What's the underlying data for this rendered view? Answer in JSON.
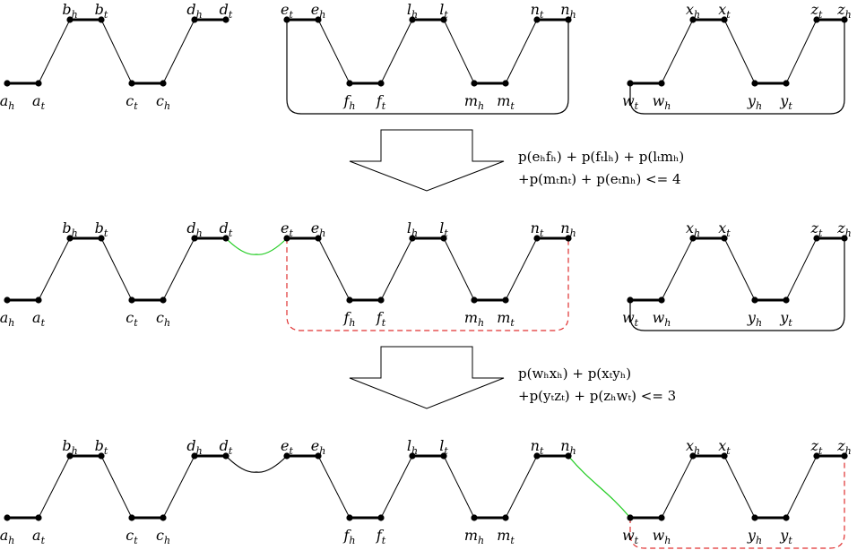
{
  "stages": [
    {
      "id": "stage1",
      "nodes": [
        {
          "id": "ah",
          "base": "a",
          "sub": "h",
          "pos": "bottom"
        },
        {
          "id": "at",
          "base": "a",
          "sub": "t",
          "pos": "bottom"
        },
        {
          "id": "bh",
          "base": "b",
          "sub": "h",
          "pos": "top"
        },
        {
          "id": "bt",
          "base": "b",
          "sub": "t",
          "pos": "top"
        },
        {
          "id": "ct",
          "base": "c",
          "sub": "t",
          "pos": "bottom"
        },
        {
          "id": "ch",
          "base": "c",
          "sub": "h",
          "pos": "bottom"
        },
        {
          "id": "dh",
          "base": "d",
          "sub": "h",
          "pos": "top"
        },
        {
          "id": "dt",
          "base": "d",
          "sub": "t",
          "pos": "top"
        },
        {
          "id": "et",
          "base": "e",
          "sub": "t",
          "pos": "top"
        },
        {
          "id": "eh",
          "base": "e",
          "sub": "h",
          "pos": "top"
        },
        {
          "id": "fh",
          "base": "f",
          "sub": "h",
          "pos": "bottom"
        },
        {
          "id": "ft",
          "base": "f",
          "sub": "t",
          "pos": "bottom"
        },
        {
          "id": "lh",
          "base": "l",
          "sub": "h",
          "pos": "top"
        },
        {
          "id": "lt",
          "base": "l",
          "sub": "t",
          "pos": "top"
        },
        {
          "id": "mh",
          "base": "m",
          "sub": "h",
          "pos": "bottom"
        },
        {
          "id": "mt",
          "base": "m",
          "sub": "t",
          "pos": "bottom"
        },
        {
          "id": "nt",
          "base": "n",
          "sub": "t",
          "pos": "top"
        },
        {
          "id": "nh",
          "base": "n",
          "sub": "h",
          "pos": "top"
        },
        {
          "id": "wt",
          "base": "w",
          "sub": "t",
          "pos": "bottom"
        },
        {
          "id": "wh",
          "base": "w",
          "sub": "h",
          "pos": "bottom"
        },
        {
          "id": "xh",
          "base": "x",
          "sub": "h",
          "pos": "top"
        },
        {
          "id": "xt",
          "base": "x",
          "sub": "t",
          "pos": "top"
        },
        {
          "id": "yh",
          "base": "y",
          "sub": "h",
          "pos": "bottom"
        },
        {
          "id": "yt",
          "base": "y",
          "sub": "t",
          "pos": "bottom"
        },
        {
          "id": "zt",
          "base": "z",
          "sub": "t",
          "pos": "top"
        },
        {
          "id": "zh",
          "base": "z",
          "sub": "h",
          "pos": "top"
        }
      ],
      "thick_edges": [
        [
          "ah",
          "at"
        ],
        [
          "bh",
          "bt"
        ],
        [
          "ct",
          "ch"
        ],
        [
          "dh",
          "dt"
        ],
        [
          "et",
          "eh"
        ],
        [
          "fh",
          "ft"
        ],
        [
          "lh",
          "lt"
        ],
        [
          "mh",
          "mt"
        ],
        [
          "nt",
          "nh"
        ],
        [
          "wt",
          "wh"
        ],
        [
          "xh",
          "xt"
        ],
        [
          "yh",
          "yt"
        ],
        [
          "zt",
          "zh"
        ]
      ],
      "thin_edges": [
        [
          "at",
          "bh"
        ],
        [
          "bt",
          "ct"
        ],
        [
          "ch",
          "dh"
        ],
        [
          "eh",
          "fh"
        ],
        [
          "ft",
          "lh"
        ],
        [
          "lt",
          "mh"
        ],
        [
          "mt",
          "nt"
        ],
        [
          "wh",
          "xh"
        ],
        [
          "xt",
          "yh"
        ],
        [
          "yt",
          "zt"
        ]
      ],
      "loops": [
        {
          "from": "et",
          "to": "nh",
          "color": "#000000",
          "dashed": false
        },
        {
          "from": "wt",
          "to": "zh",
          "color": "#000000",
          "dashed": false
        }
      ],
      "joins": []
    },
    {
      "id": "stage2",
      "nodes": "same",
      "thick_edges": "same",
      "thin_edges": "same",
      "loops": [
        {
          "from": "et",
          "to": "nh",
          "color": "#e03030",
          "dashed": true
        },
        {
          "from": "wt",
          "to": "zh",
          "color": "#000000",
          "dashed": false
        }
      ],
      "joins": [
        {
          "from": "dt",
          "to": "et",
          "color": "#22cc22",
          "dashed": false
        }
      ]
    },
    {
      "id": "stage3",
      "nodes": "same",
      "thick_edges": "same",
      "thin_edges": "same",
      "loops": [
        {
          "from": "wt",
          "to": "zh",
          "color": "#e03030",
          "dashed": true
        }
      ],
      "joins": [
        {
          "from": "dt",
          "to": "et",
          "color": "#000000",
          "dashed": false
        },
        {
          "from": "nh",
          "to": "wt",
          "color": "#22cc22",
          "dashed": false
        }
      ]
    }
  ],
  "transitions": [
    {
      "line1": "p(eₕfₕ) + p(fₜlₕ) + p(lₜmₕ)",
      "line2": "+p(mₜnₜ) + p(eₜnₕ) <= 4"
    },
    {
      "line1": "p(wₕxₕ) + p(xₜyₕ)",
      "line2": "+p(yₜzₜ) + p(zₕwₜ) <= 3"
    }
  ],
  "colors": {
    "line": "#000000",
    "highlight": "#22cc22",
    "dashed": "#e03030"
  }
}
